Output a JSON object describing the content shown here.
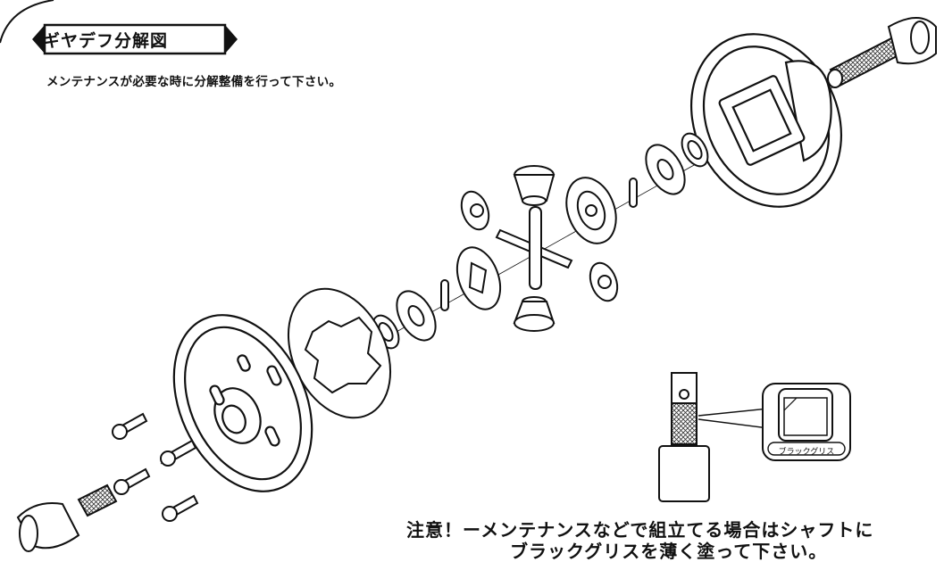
{
  "title": "ギヤデフ分解図",
  "subtitle": "メンテナンスが必要な時に分解整備を行って下さい。",
  "caution": {
    "line1": "注意！ーメンテナンスなどで組立てる場合はシャフトに",
    "line2": "ブラックグリスを薄く塗って下さい。"
  },
  "grease_label": "ブラックグリス",
  "colors": {
    "ink": "#111111",
    "paper": "#ffffff"
  }
}
